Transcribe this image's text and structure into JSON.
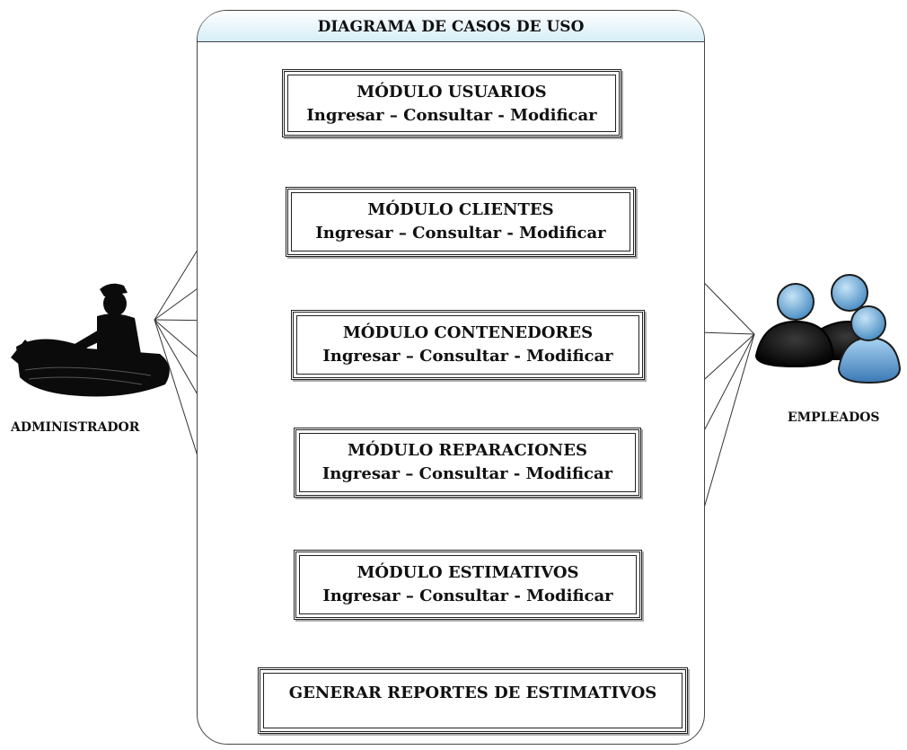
{
  "diagram": {
    "title": "DIAGRAMA DE CASOS DE USO",
    "actors": {
      "admin": "ADMINISTRADOR",
      "employees": "EMPLEADOS"
    },
    "use_cases": [
      {
        "name": "MÓDULO USUARIOS",
        "actions": "Ingresar – Consultar - Modificar"
      },
      {
        "name": "MÓDULO CLIENTES",
        "actions": "Ingresar – Consultar - Modificar"
      },
      {
        "name": "MÓDULO CONTENEDORES",
        "actions": "Ingresar – Consultar - Modificar"
      },
      {
        "name": "MÓDULO REPARACIONES",
        "actions": "Ingresar – Consultar - Modificar"
      },
      {
        "name": "MÓDULO ESTIMATIVOS",
        "actions": "Ingresar – Consultar - Modificar"
      },
      {
        "name": "GENERAR REPORTES DE ESTIMATIVOS"
      }
    ]
  }
}
